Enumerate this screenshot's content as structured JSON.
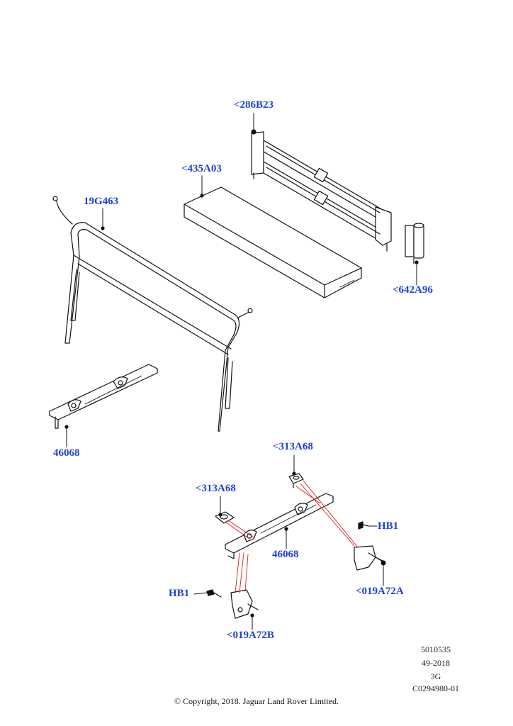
{
  "callouts": {
    "c286b23": "<286B23",
    "c435a03": "<435A03",
    "c19g463": "19G463",
    "c642a96": "<642A96",
    "c46068_upper": "46068",
    "c313a68_top": "<313A68",
    "c313a68_left": "<313A68",
    "c46068_lower": "46068",
    "chb1_right": "HB1",
    "c019a72a": "<019A72A",
    "chb1_left": "HB1",
    "c019a72b": "<019A72B"
  },
  "meta": {
    "ref1": "5010535",
    "ref2": "49-2018",
    "ref3": "3G",
    "ref4": "C0294980-01"
  },
  "copyright": "© Copyright, 2018. Jaguar Land Rover Limited.",
  "colors": {
    "callout_text": "#1f3fd6",
    "leader_lines": "#d42020",
    "drawing": "#111111"
  }
}
